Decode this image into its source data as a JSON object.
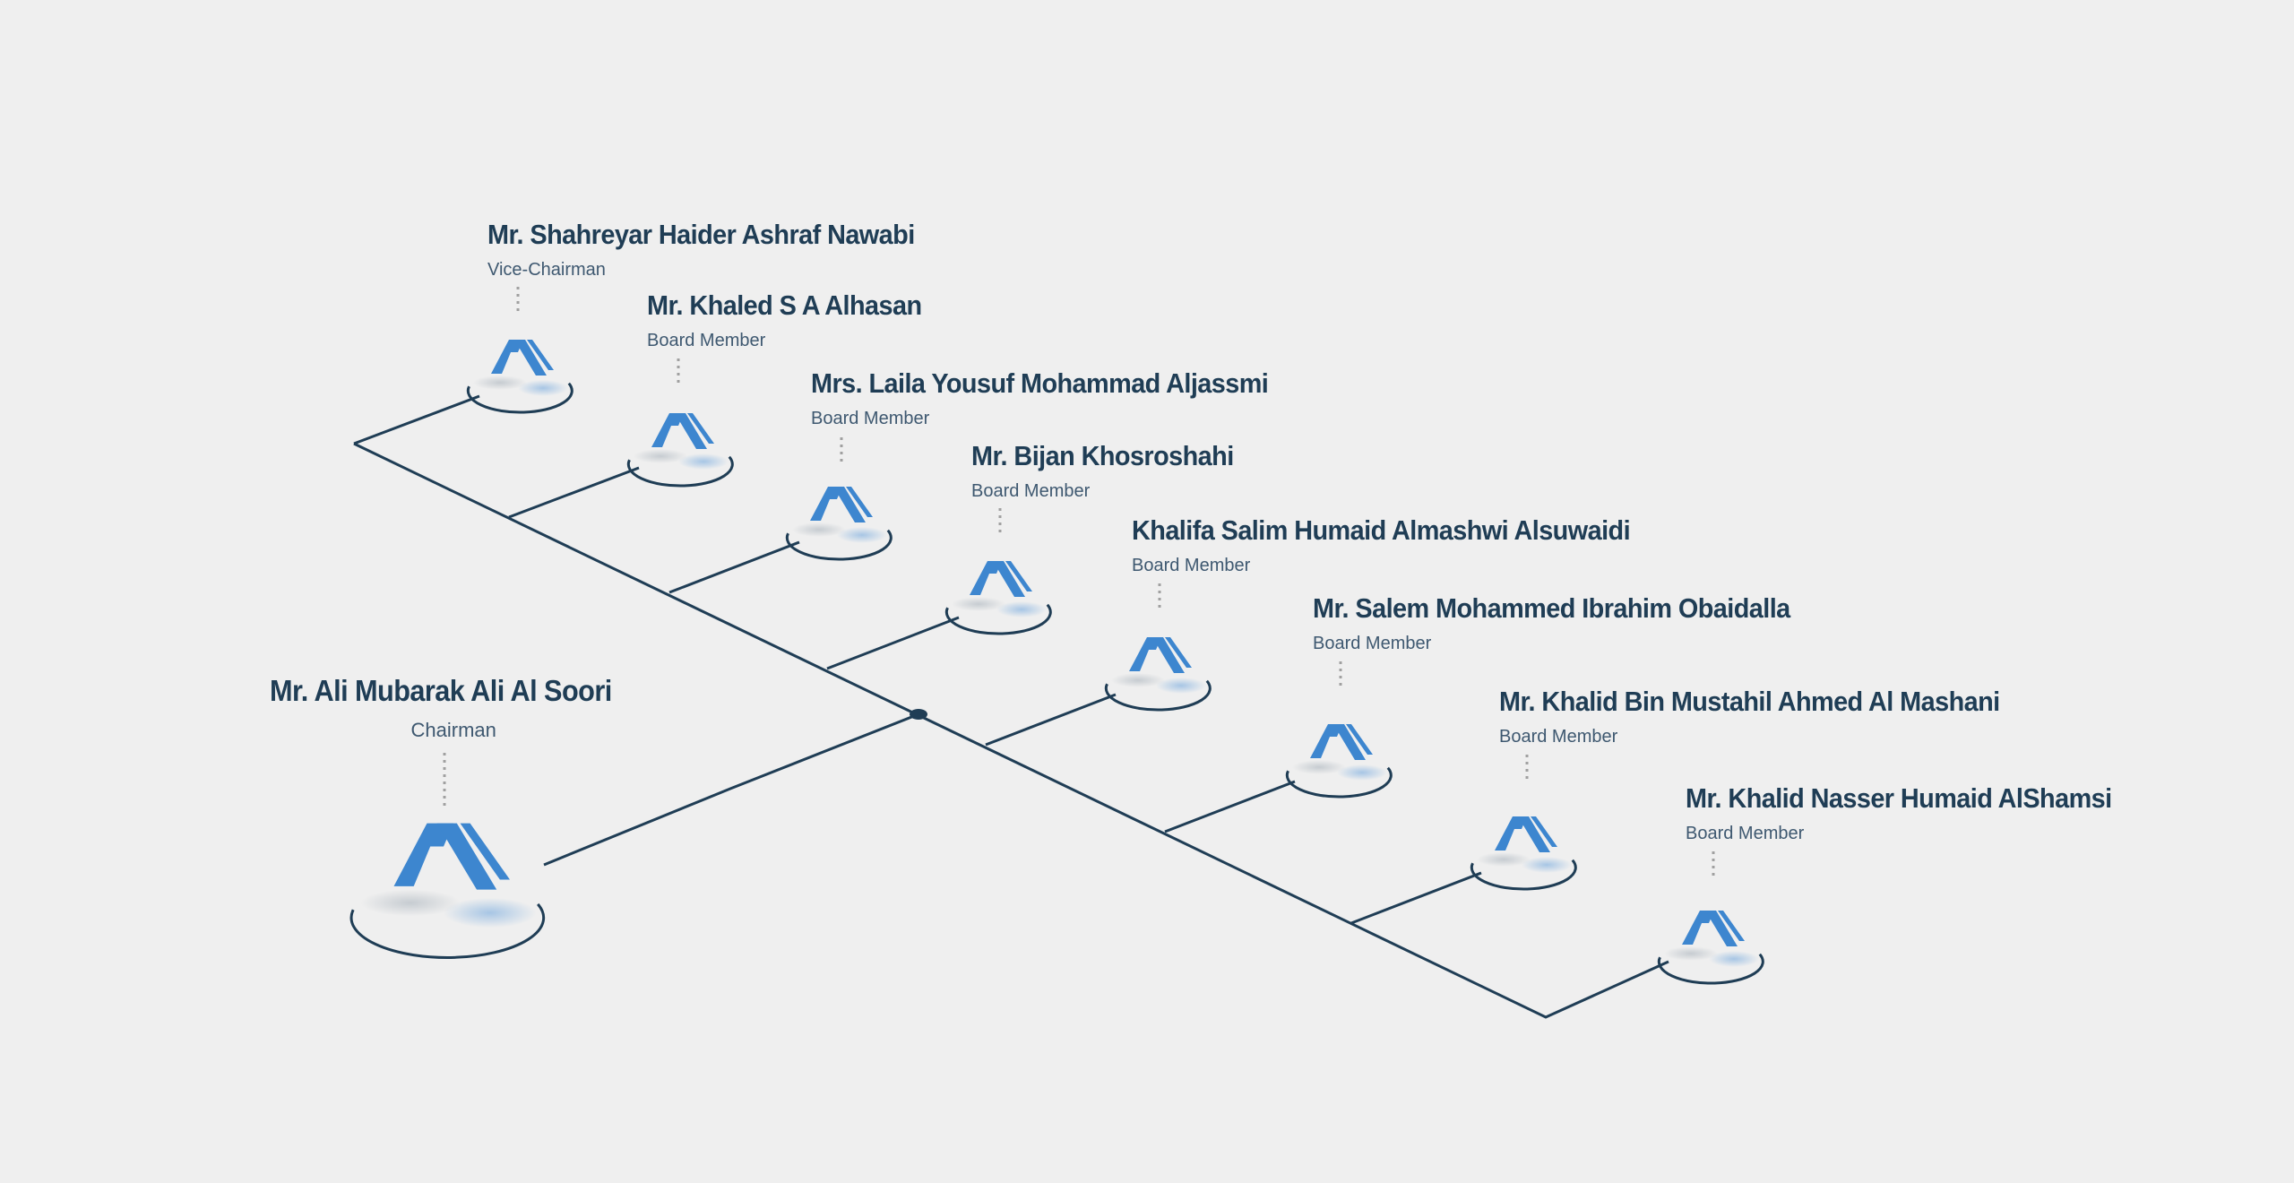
{
  "chairman": {
    "name": "Mr. Ali Mubarak Ali Al Soori",
    "role": "Chairman"
  },
  "members": [
    {
      "name": "Mr. Shahreyar Haider Ashraf Nawabi",
      "role": "Vice-Chairman"
    },
    {
      "name": "Mr. Khaled S A Alhasan",
      "role": "Board Member"
    },
    {
      "name": "Mrs. Laila Yousuf Mohammad Aljassmi",
      "role": "Board Member"
    },
    {
      "name": "Mr. Bijan Khosroshahi",
      "role": "Board Member"
    },
    {
      "name": "Khalifa Salim Humaid Almashwi Alsuwaidi",
      "role": "Board Member"
    },
    {
      "name": "Mr. Salem Mohammed Ibrahim Obaidalla",
      "role": "Board Member"
    },
    {
      "name": "Mr. Khalid Bin Mustahil Ahmed Al Mashani",
      "role": "Board Member"
    },
    {
      "name": "Mr. Khalid Nasser Humaid AlShamsi",
      "role": "Board Member"
    }
  ],
  "colors": {
    "background": "#efefef",
    "line": "#1f3d55",
    "logo_blue": "#3d86cf",
    "text": "#1f3d55",
    "dotted": "#a0a0a0"
  },
  "icons": {
    "node_logo": "company-logo-icon"
  }
}
